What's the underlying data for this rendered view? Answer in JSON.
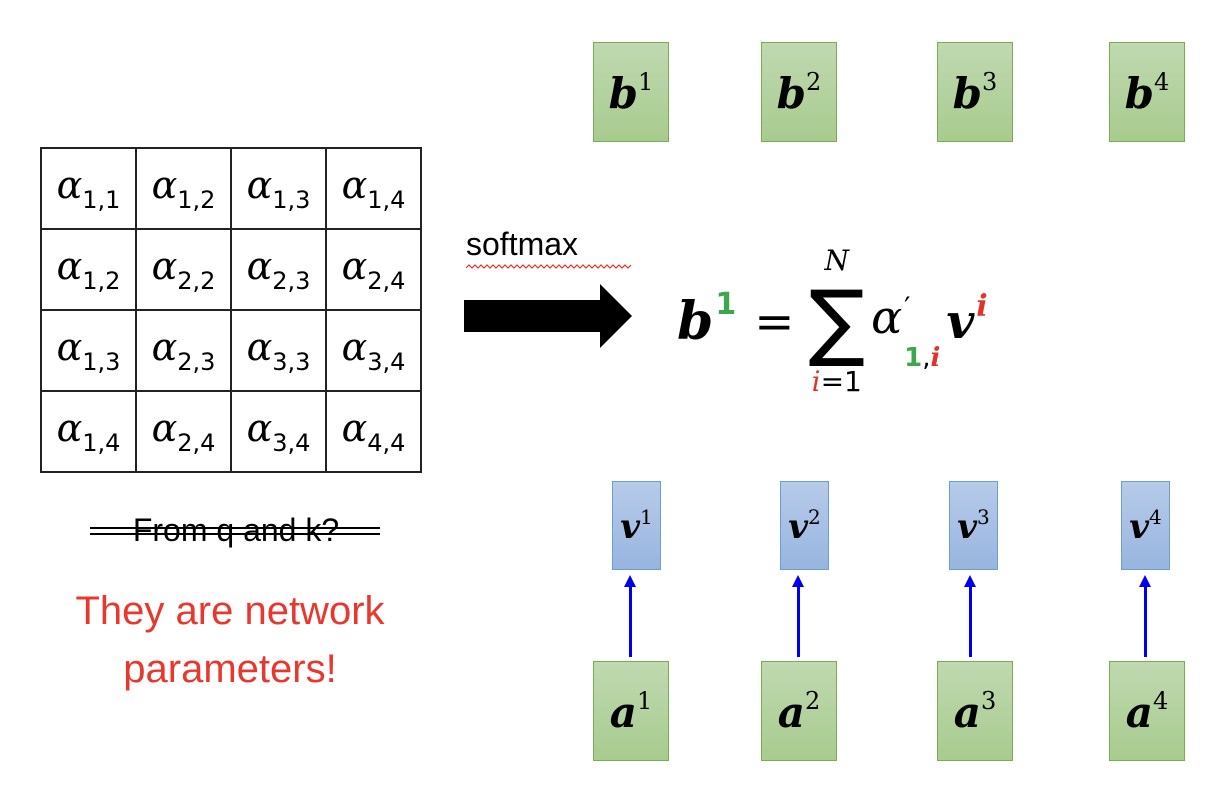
{
  "matrix": {
    "symbol": "α",
    "rows": [
      [
        "1,1",
        "1,2",
        "1,3",
        "1,4"
      ],
      [
        "1,2",
        "2,2",
        "2,3",
        "2,4"
      ],
      [
        "1,3",
        "2,3",
        "3,3",
        "3,4"
      ],
      [
        "1,4",
        "2,4",
        "3,4",
        "4,4"
      ]
    ]
  },
  "notes": {
    "struck_text": "From q and k?",
    "answer_line1": "They are network",
    "answer_line2": "parameters!"
  },
  "softmax": {
    "label": "softmax"
  },
  "formula": {
    "lhs": "b",
    "lhs_sup": "1",
    "equals": "=",
    "sum_symbol": "∑",
    "upper": "N",
    "lower_var": "i",
    "lower_rest": "=1",
    "alpha": "α",
    "prime": "′",
    "sub_row": "1",
    "sub_sep": ",",
    "sub_col": "i",
    "v": "v",
    "v_sup": "i"
  },
  "outputs": [
    {
      "base": "b",
      "sup": "1"
    },
    {
      "base": "b",
      "sup": "2"
    },
    {
      "base": "b",
      "sup": "3"
    },
    {
      "base": "b",
      "sup": "4"
    }
  ],
  "values": [
    {
      "base": "v",
      "sup": "1"
    },
    {
      "base": "v",
      "sup": "2"
    },
    {
      "base": "v",
      "sup": "3"
    },
    {
      "base": "v",
      "sup": "4"
    }
  ],
  "inputs": [
    {
      "base": "a",
      "sup": "1"
    },
    {
      "base": "a",
      "sup": "2"
    },
    {
      "base": "a",
      "sup": "3"
    },
    {
      "base": "a",
      "sup": "4"
    }
  ],
  "colors": {
    "green_accent": "#3fa64d",
    "red_accent": "#e2332a",
    "note_red": "#e8382e",
    "arrow_blue": "#0000ee",
    "box_green": "#a8cb8e",
    "box_blue": "#98b5df"
  }
}
